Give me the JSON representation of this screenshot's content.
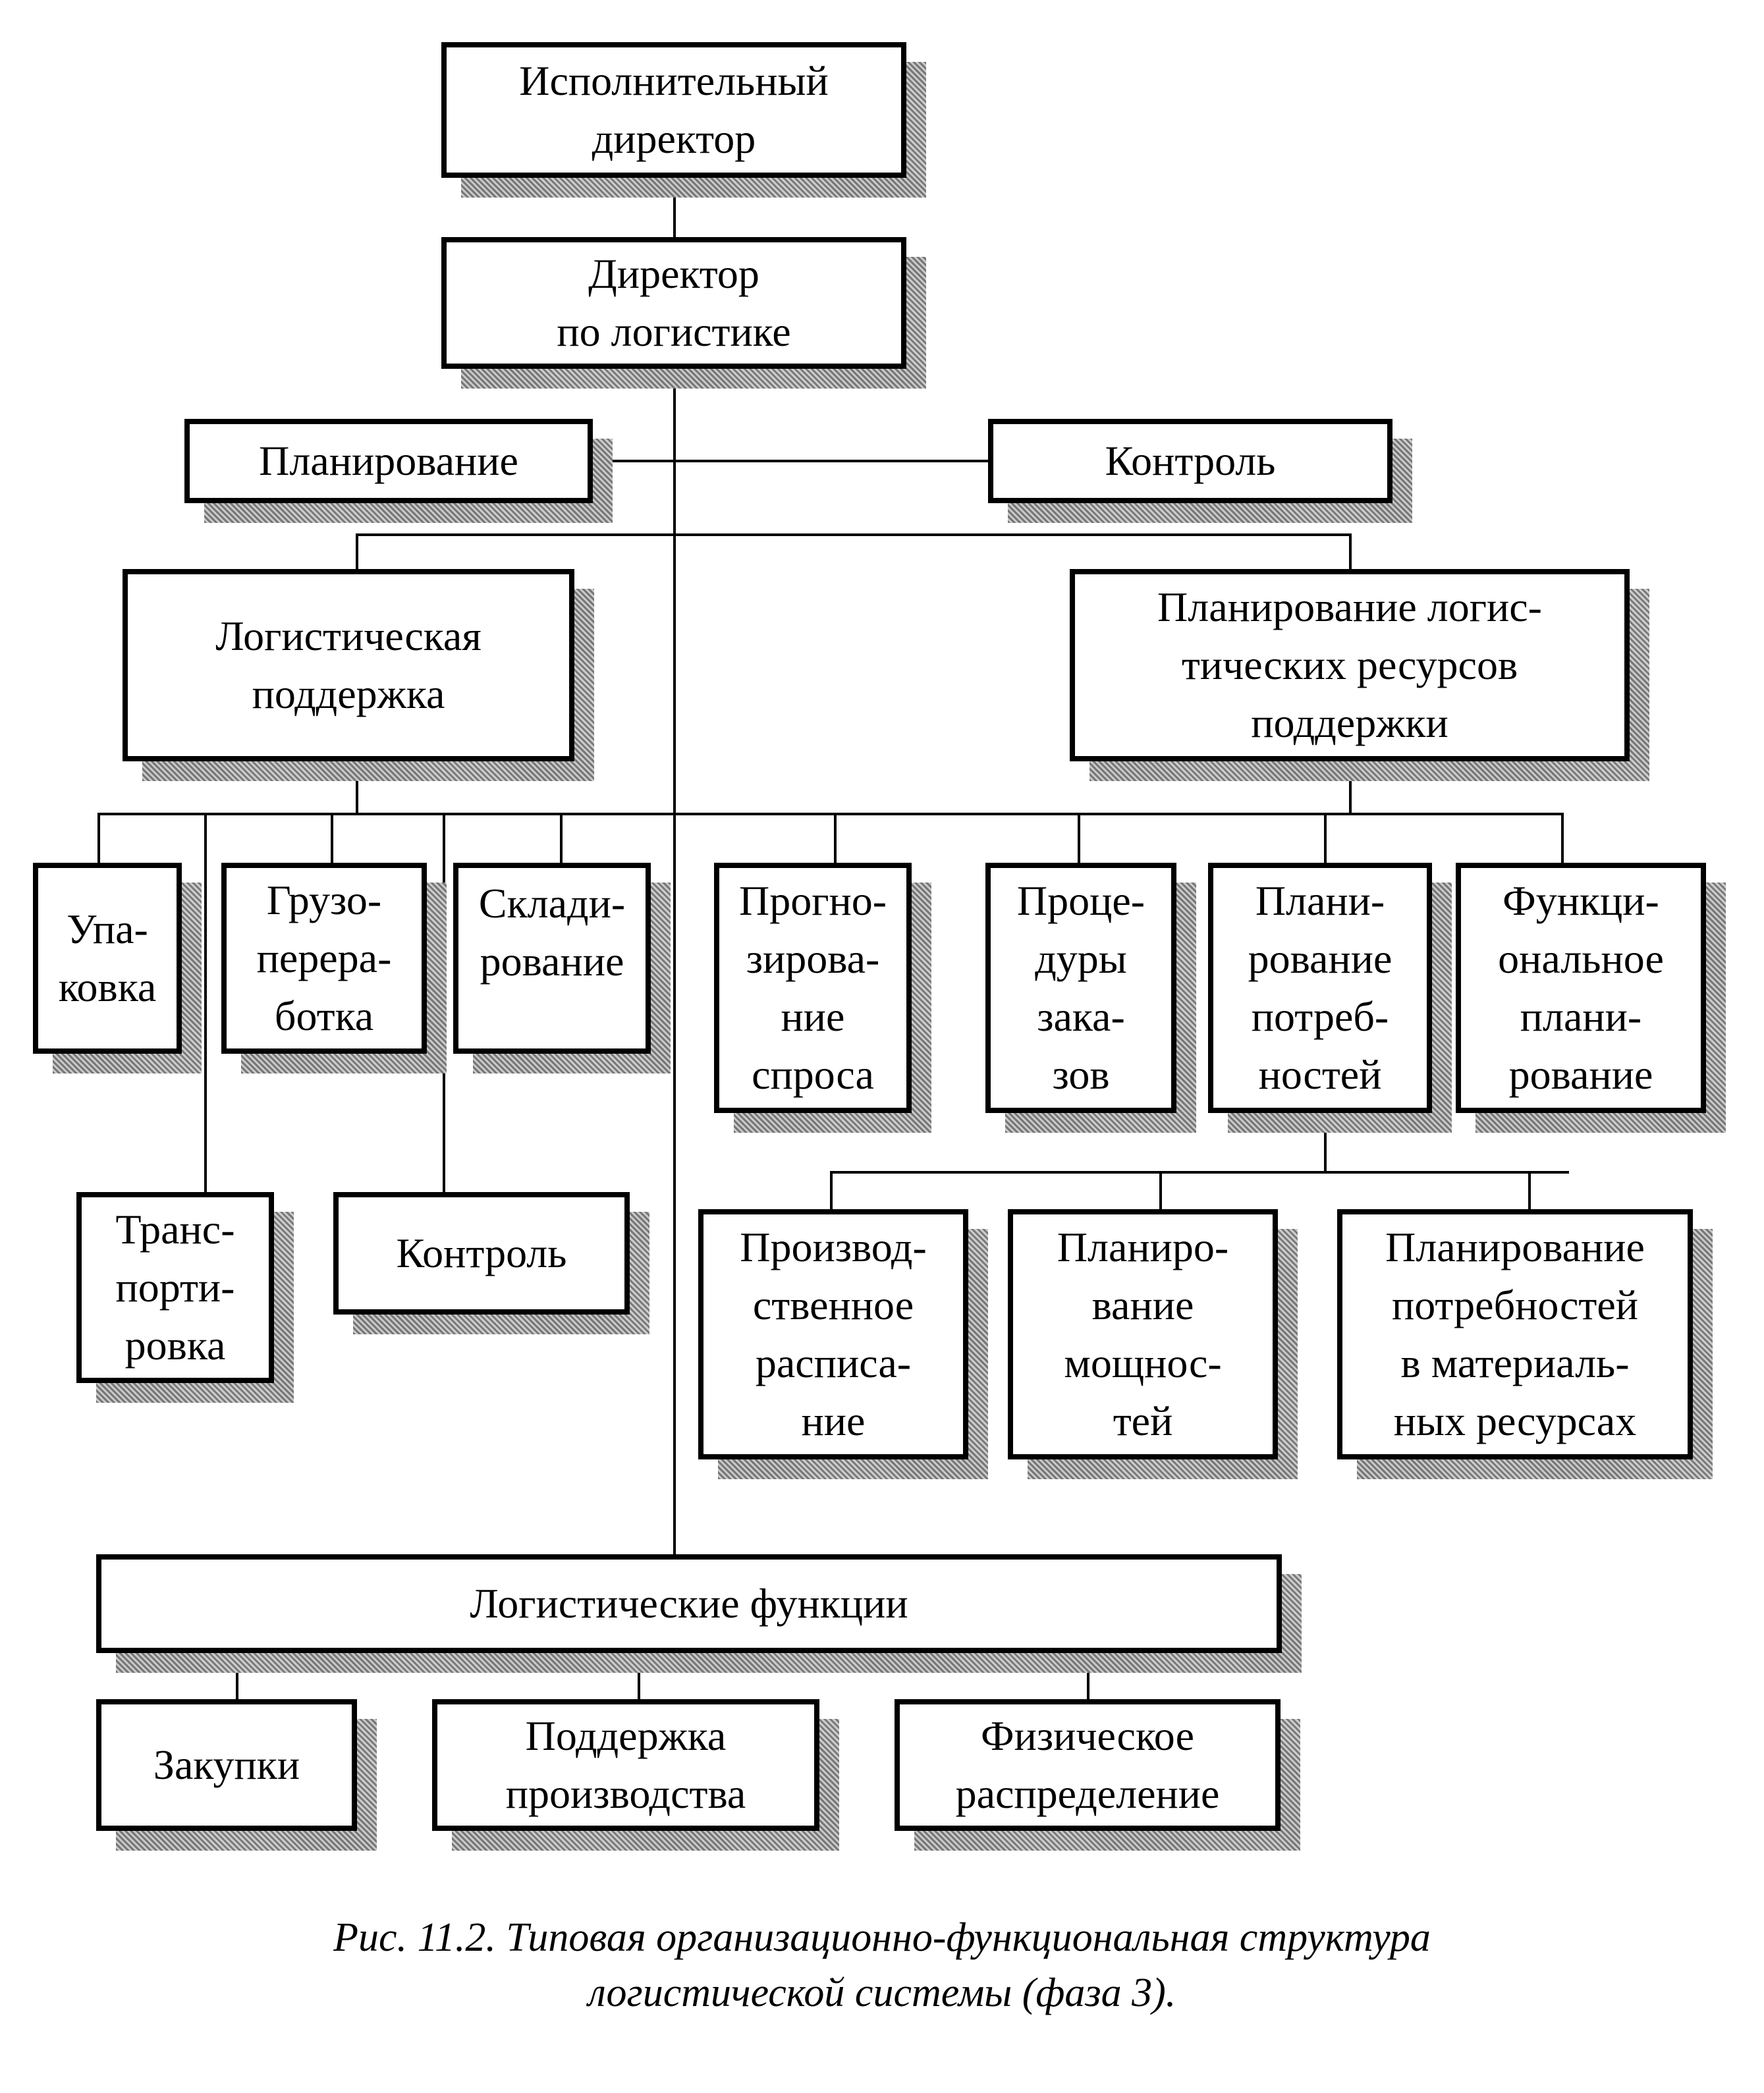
{
  "diagram": {
    "type": "org-chart",
    "nodes": {
      "exec_director": "Исполнительный\nдиректор",
      "logistics_director": "Директор\nпо логистике",
      "planning": "Планирование",
      "control_top": "Контроль",
      "logistic_support": "Логистическая\nподдержка",
      "resource_planning": "Планирование логис-\nтических ресурсов\nподдержки",
      "packaging": "Упа-\nковка",
      "cargo_handling": "Грузо-\nперера-\nботка",
      "warehousing": "Склади-\nрование",
      "transportation": "Транс-\nпорти-\nровка",
      "control_support": "Контроль",
      "demand_forecasting": "Прогно-\nзирова-\nние\nспроса",
      "order_procedures": "Проце-\nдуры\nзака-\nзов",
      "needs_planning": "Плани-\nрование\nпотреб-\nностей",
      "functional_planning": "Функци-\nональное\nплани-\nрование",
      "production_schedule": "Производ-\nственное\nрасписа-\nние",
      "capacity_planning": "Планиро-\nвание\nмощнос-\nтей",
      "material_planning": "Планирование\nпотребностей\nв материаль-\nных ресурсах",
      "logistic_functions": "Логистические функции",
      "purchasing": "Закупки",
      "production_support": "Поддержка\nпроизводства",
      "physical_distribution": "Физическое\nраспределение"
    },
    "edges": [
      [
        "exec_director",
        "logistics_director"
      ],
      [
        "logistics_director",
        "planning"
      ],
      [
        "logistics_director",
        "control_top"
      ],
      [
        "logistics_director",
        "logistic_support"
      ],
      [
        "logistics_director",
        "resource_planning"
      ],
      [
        "logistic_support",
        "packaging"
      ],
      [
        "logistic_support",
        "cargo_handling"
      ],
      [
        "logistic_support",
        "warehousing"
      ],
      [
        "logistic_support",
        "transportation"
      ],
      [
        "logistic_support",
        "control_support"
      ],
      [
        "resource_planning",
        "demand_forecasting"
      ],
      [
        "resource_planning",
        "order_procedures"
      ],
      [
        "resource_planning",
        "needs_planning"
      ],
      [
        "resource_planning",
        "functional_planning"
      ],
      [
        "needs_planning",
        "production_schedule"
      ],
      [
        "needs_planning",
        "capacity_planning"
      ],
      [
        "needs_planning",
        "material_planning"
      ],
      [
        "logistics_director",
        "logistic_functions"
      ],
      [
        "logistic_functions",
        "purchasing"
      ],
      [
        "logistic_functions",
        "production_support"
      ],
      [
        "logistic_functions",
        "physical_distribution"
      ]
    ]
  },
  "caption": "Рис. 11.2. Типовая организационно-функциональная структура\nлогистической системы (фаза 3)."
}
